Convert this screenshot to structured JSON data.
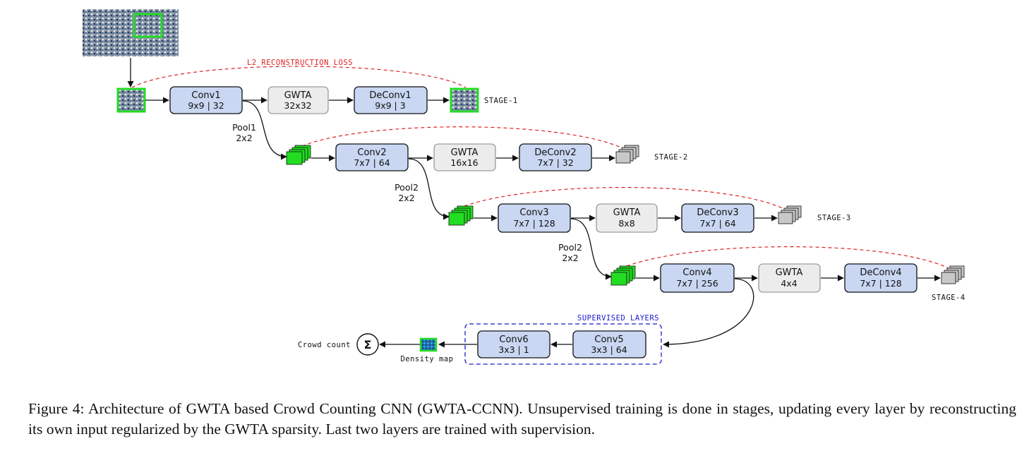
{
  "input_image": {
    "name": "crowd-image"
  },
  "loss_label": "L2 RECONSTRUCTION LOSS",
  "supervised_label": "SUPERVISED LAYERS",
  "stages": [
    {
      "label": "STAGE-1",
      "conv": {
        "title": "Conv1",
        "params": "9x9 | 32"
      },
      "gwta": {
        "title": "GWTA",
        "params": "32x32"
      },
      "deconv": {
        "title": "DeConv1",
        "params": "9x9 | 3"
      }
    },
    {
      "label": "STAGE-2",
      "pool": {
        "title": "Pool1",
        "size": "2x2"
      },
      "conv": {
        "title": "Conv2",
        "params": "7x7 | 64"
      },
      "gwta": {
        "title": "GWTA",
        "params": "16x16"
      },
      "deconv": {
        "title": "DeConv2",
        "params": "7x7 | 32"
      }
    },
    {
      "label": "STAGE-3",
      "pool": {
        "title": "Pool2",
        "size": "2x2"
      },
      "conv": {
        "title": "Conv3",
        "params": "7x7 | 128"
      },
      "gwta": {
        "title": "GWTA",
        "params": "8x8"
      },
      "deconv": {
        "title": "DeConv3",
        "params": "7x7 | 64"
      }
    },
    {
      "label": "STAGE-4",
      "pool": {
        "title": "Pool2",
        "size": "2x2"
      },
      "conv": {
        "title": "Conv4",
        "params": "7x7 | 256"
      },
      "gwta": {
        "title": "GWTA",
        "params": "4x4"
      },
      "deconv": {
        "title": "DeConv4",
        "params": "7x7 | 128"
      }
    }
  ],
  "supervised": {
    "conv5": {
      "title": "Conv5",
      "params": "3x3 | 64"
    },
    "conv6": {
      "title": "Conv6",
      "params": "3x3 | 1"
    }
  },
  "density_map_label": "Density map",
  "sum_symbol": "Σ",
  "crowd_count_label": "Crowd count",
  "caption": "Figure 4: Architecture of GWTA based Crowd Counting CNN (GWTA-CCNN). Unsupervised training is done in stages, updating every layer by reconstructing its own input regularized by the GWTA sparsity. Last two layers are trained with supervision.",
  "colors": {
    "conv_fill": "#c9d7f2",
    "gwta_fill": "#ececec",
    "green": "#22dd22",
    "loss_red": "#dd2222",
    "supervised_blue": "#1a1acc",
    "recon_gray": "#c8c8c8"
  }
}
